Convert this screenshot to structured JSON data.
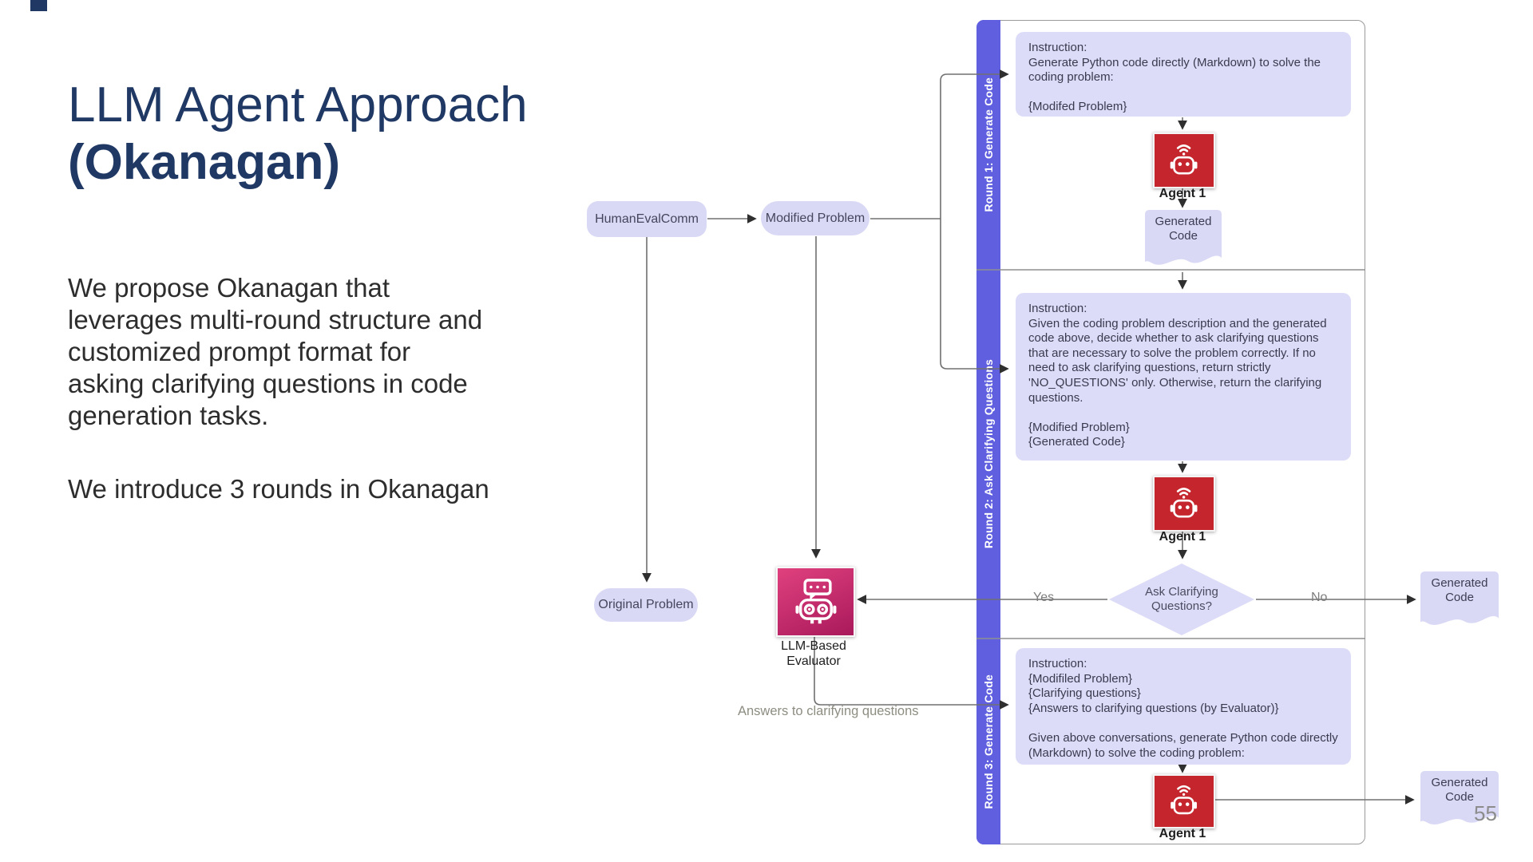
{
  "slide": {
    "title_line1": "LLM Agent Approach",
    "title_line2": "(Okanagan)",
    "paragraph1": "We propose Okanagan that\nleverages multi-round structure and\ncustomized prompt format for\nasking clarifying questions in code\ngeneration tasks.",
    "paragraph2": "We introduce 3 rounds in Okanagan",
    "page_number": "55"
  },
  "flowchart": {
    "nodes": {
      "humanevalcomm": "HumanEvalComm",
      "modified_problem": "Modified Problem",
      "original_problem": "Original Problem",
      "evaluator": "LLM-Based Evaluator",
      "generated_code_round1": "Generated Code",
      "generated_code_no_branch": "Generated Code",
      "generated_code_round3": "Generated Code",
      "decision": "Ask Clarifying Questions?"
    },
    "rounds": [
      {
        "label": "Round 1: Generate Code",
        "instruction": "Instruction:\nGenerate Python code directly (Markdown) to solve the coding problem:\n\n{Modifed Problem}"
      },
      {
        "label": "Round 2: Ask Clarifying Questions",
        "instruction": "Instruction:\nGiven the coding problem description and the generated code above, decide whether to ask clarifying questions that are necessary to solve the problem correctly. If no need to ask clarifying questions, return strictly 'NO_QUESTIONS' only. Otherwise, return the clarifying questions.\n\n{Modified Problem}\n{Generated Code}"
      },
      {
        "label": "Round 3: Generate Code",
        "instruction": "Instruction:\n{Modifiled Problem}\n{Clarifying questions}\n{Answers to clarifying questions (by Evaluator)}\n\nGiven above conversations, generate Python code directly (Markdown) to solve the coding problem:"
      }
    ],
    "agent_label": "Agent 1",
    "edge_labels": {
      "yes": "Yes",
      "no": "No",
      "answers": "Answers to clarifying questions"
    },
    "icons": {
      "agent": "robot-icon",
      "evaluator": "chat-robot-icon"
    },
    "colors": {
      "title_blue": "#1F3864",
      "band_purple": "#5F5FDF",
      "box_lavender": "#DCDCF8",
      "node_lavender": "#D9D9F6",
      "agent_red": "#C5262E",
      "evaluator_pink_start": "#E0417E",
      "evaluator_pink_end": "#A9195B",
      "line_gray": "#707070"
    }
  }
}
